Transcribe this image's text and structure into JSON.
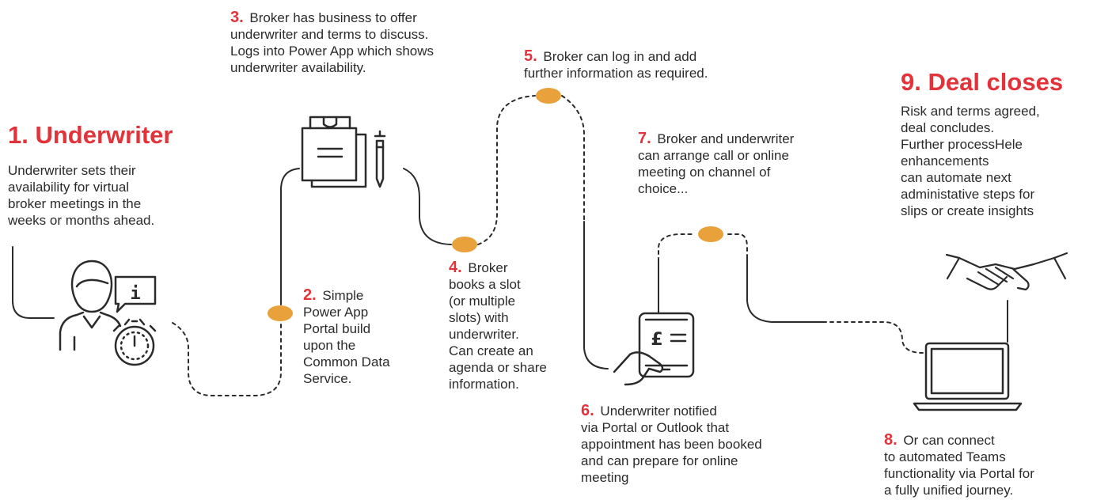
{
  "colors": {
    "accent_red": "#e2333a",
    "node_orange": "#e9a23b",
    "line": "#2b2b2b"
  },
  "steps": {
    "s1": {
      "title": "1. Underwriter",
      "text": "Underwriter sets their\navailability for virtual\nbroker meetings in the\nweeks or months ahead."
    },
    "s2": {
      "num": "2.",
      "text": " Simple\nPower App\nPortal build\nupon the\nCommon Data\nService."
    },
    "s3": {
      "num": "3.",
      "text": " Broker has business to offer\nunderwriter and terms to discuss.\nLogs into Power App which shows\nunderwriter availability."
    },
    "s4": {
      "num": "4.",
      "text": " Broker\nbooks a slot\n(or multiple\nslots) with\nunderwriter.\nCan create an\nagenda or share\ninformation."
    },
    "s5": {
      "num": "5.",
      "text": " Broker can log in and add\nfurther information as required."
    },
    "s6": {
      "num": "6.",
      "text": " Underwriter notified\nvia Portal or Outlook that\nappointment has been booked\nand can prepare for online\nmeeting"
    },
    "s7": {
      "num": "7.",
      "text": " Broker and underwriter\ncan arrange call or online\nmeeting on channel of\nchoice..."
    },
    "s8": {
      "num": "8.",
      "text": " Or can connect\nto automated Teams\nfunctionality via Portal for\na fully unified journey."
    },
    "s9": {
      "title": "9. Deal closes",
      "text": "Risk and terms agreed,\ndeal concludes.\nFurther processHele\nenhancements\ncan automate next\nadministative steps for\nslips or create insights"
    }
  },
  "icons": {
    "underwriter": "person-info-clock-icon",
    "portal": "clipboard-pen-icon",
    "tablet": "tablet-pound-icon",
    "laptop": "laptop-icon",
    "handshake": "handshake-icon"
  },
  "icon_glyphs": {
    "info": "i",
    "pound": "£"
  }
}
